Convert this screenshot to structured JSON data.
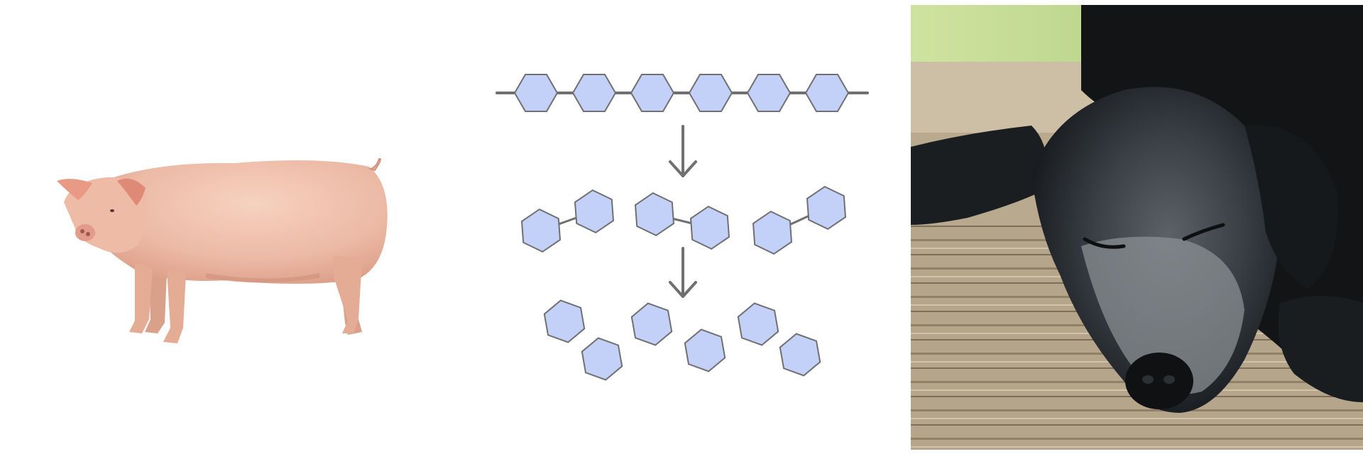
{
  "figure": {
    "left_panel": {
      "subject": "pig",
      "icon": "pig-photo"
    },
    "center_panel": {
      "subject": "polymer-breakdown",
      "stages": [
        {
          "stage": "chain",
          "units_linked": 6
        },
        {
          "stage": "dimers",
          "groups": 3,
          "units_per_group": 2
        },
        {
          "stage": "monomers",
          "units": 6
        }
      ],
      "arrows": 2,
      "colors": {
        "unit_fill": "#c3d0f8",
        "stroke": "#707070"
      }
    },
    "right_panel": {
      "subject": "sleeping-black-dog",
      "icon": "dog-photo"
    }
  }
}
